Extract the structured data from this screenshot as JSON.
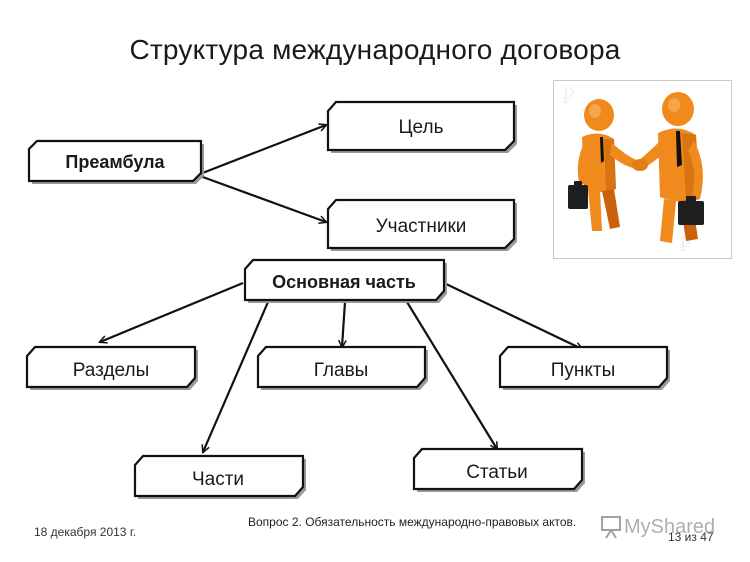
{
  "slide": {
    "title": "Структура международного договора",
    "footer": {
      "date": "18 декабря 2013 г.",
      "note": "Вопрос  2. Обязательность международно-правовых актов.",
      "page": "13 из 47"
    },
    "watermark": {
      "text": "MyShared",
      "icon": "presentation-board-icon"
    },
    "image": {
      "icon": "handshake-figures-icon",
      "colors": {
        "figure": "#f08a1c",
        "figure_shade": "#c9620a",
        "briefcase": "#1e1e1e",
        "tie": "#111111"
      }
    }
  },
  "diagram": {
    "nodes": {
      "preamble": "Преамбула",
      "goal": "Цель",
      "participants": "Участники",
      "main_part": "Основная часть",
      "sections": "Разделы",
      "chapters": "Главы",
      "clauses": "Пункты",
      "parts": "Части",
      "articles": "Статьи"
    }
  }
}
